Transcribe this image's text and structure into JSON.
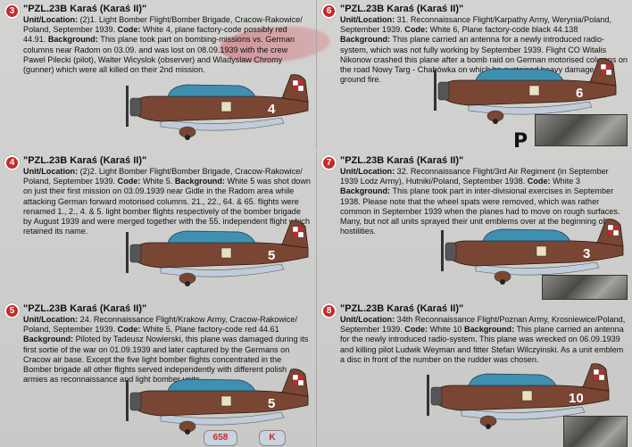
{
  "panels": [
    {
      "number": "3",
      "title": "\"PZL.23B Karaś (Karaś II)\"",
      "unit_label": "Unit/Location:",
      "unit": " (2)1. Light Bomber Flight/Bomber Brigade, Cracow-Rakowice/ Poland, September 1939. ",
      "code_label": "Code:",
      "code": " White 4, plane factory-code possibly red 44.91. ",
      "bg_label": "Background:",
      "background": " This plane took part on bombing-missions vs. German columns near Radom on 03.09. and was lost on 08.09.1939 with the crew Pawel Pilecki (pilot), Walter Wicyslok (observer) and Wladyslaw Chromy (gunner) which were all killed on their 2nd mission.",
      "aircraft_code": "4",
      "colors": {
        "fuselage": "#7a4634",
        "canopy": "#3f8fb0",
        "underside": "#c0ccd9"
      }
    },
    {
      "number": "4",
      "title": "\"PZL.23B Karaś (Karaś II)\"",
      "unit_label": "Unit/Location:",
      "unit": " (2)2. Light Bomber Flight/Bomber Brigade, Cracow-Rakowice/ Poland, September 1939. ",
      "code_label": "Code:",
      "code": " White 5. ",
      "bg_label": "Background:",
      "background": " White 5 was shot down on just their first mission on 03.09.1939 near Gidle in the Radom area while attacking German forward motorised columns. 21., 22., 64. & 65. flights were renamed 1., 2., 4. & 5. light bomber flights respectively of the bomber brigade by August 1939 and were merged together with the 55. independent flight which retained its name.",
      "aircraft_code": "5",
      "colors": {
        "fuselage": "#7a4634",
        "canopy": "#3f8fb0",
        "underside": "#c0ccd9"
      }
    },
    {
      "number": "5",
      "title": "\"PZL.23B Karaś (Karaś II)\"",
      "unit_label": "Unit/Location:",
      "unit": " 24. Reconnaissance Flight/Krakow Army, Cracow-Rakowice/ Poland, September 1939. ",
      "code_label": "Code:",
      "code": " White 5, Plane factory-code red 44.61 ",
      "bg_label": "Background:",
      "background": " Piloted by Tadeusz Nowierski, this plane was damaged during its first sortie of the war on 01.09.1939 and later captured by the Germans on Cracow air base. Except the five light bomber flights concentrated in the Bomber brigade all other flights served independently with different polish armies as reconnaissance and light bomber units.",
      "aircraft_code": "5",
      "extra_marks": [
        "658",
        "K"
      ],
      "colors": {
        "fuselage": "#7a4634",
        "canopy": "#3f8fb0",
        "underside": "#c0ccd9"
      }
    },
    {
      "number": "6",
      "title": "\"PZL.23B Karaś (Karaś II)\"",
      "unit_label": "Unit/Location:",
      "unit": " 31. Reconnaissance Flight/Karpathy Army, Werynia/Poland, September 1939. ",
      "code_label": "Code:",
      "code": " White 6, Plane factory-code black 44.138 ",
      "bg_label": "Background:",
      "background": " This plane carried an antenna for a newly introduced radio-system, which was not fully working by September 1939. Flight CO Witalis Nikonow crashed this plane after a bomb raid on German motorised columns on the road Nowy Targ - Chabówka on which he sustained heavy damage from ground fire.",
      "aircraft_code": "6",
      "tail_letter": "P",
      "colors": {
        "fuselage": "#7a4634",
        "canopy": "#3f8fb0",
        "underside": "#c0ccd9"
      }
    },
    {
      "number": "7",
      "title": "\"PZL.23B Karaś (Karaś II)\"",
      "unit_label": "Unit/Location:",
      "unit": " 32. Reconnaissance Flight/3rd Air Regiment (in September 1939 Lodz Army), Hutniki/Poland, September 1938. ",
      "code_label": "Code:",
      "code": " White 3 ",
      "bg_label": "Background:",
      "background": " This plane took part in inter-divisional exercises in September 1938. Please note that the wheel spats were removed, which was rather common in September 1939 when the planes had to move on rough surfaces. Many, but not all units sprayed their unit emblems over at the beginning of hostilities.",
      "aircraft_code": "3",
      "colors": {
        "fuselage": "#7a4634",
        "canopy": "#3f8fb0",
        "underside": "#c0ccd9"
      }
    },
    {
      "number": "8",
      "title": "\"PZL.23B Karaś (Karaś II)\"",
      "unit_label": "Unit/Location:",
      "unit": " 34th Reconnaissance Flight/Poznan Army, Krosniewice/Poland, September 1939. ",
      "code_label": "Code:",
      "code": " White 10 ",
      "bg_label": "Background:",
      "background": " This plane carried an antenna for the newly introduced radio-system. This plane was wrecked on 06.09.1939 and killing pilot Ludwik Weyman and fitter Stefan Wilczyinski. As a unit emblem a disc in front of the number on the rudder was chosen.",
      "aircraft_code": "10",
      "colors": {
        "fuselage": "#7a4634",
        "canopy": "#3f8fb0",
        "underside": "#c0ccd9"
      }
    }
  ],
  "icons": [
    "aircraft-profile-icon",
    "polish-checkerboard-icon",
    "unit-emblem-icon",
    "photo-icon"
  ],
  "accent": "#c52b2b"
}
